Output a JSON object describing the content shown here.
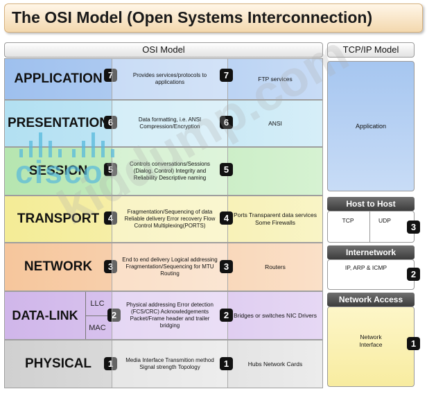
{
  "title": "The OSI Model (Open Systems Interconnection)",
  "osi_header": "OSI Model",
  "tcpip_header": "TCP/IP Model",
  "layers": [
    {
      "name": "APPLICATION",
      "number": "7",
      "description": "Provides services/protocols to applications",
      "examples": "FTP services",
      "color": "#a8c8f0"
    },
    {
      "name": "PRESENTATION",
      "number": "6",
      "description": "Data formatting, i.e. ANSI Compression/Encryption",
      "examples": "ANSI",
      "color": "#bfe4f2"
    },
    {
      "name": "SESSION",
      "number": "5",
      "description": "Controls conversations/Sessions (Dialog. Control) Integrity and Reliability Descriptive naming",
      "examples": "",
      "color": "#c4ecc0"
    },
    {
      "name": "TRANSPORT",
      "number": "4",
      "description": "Fragmentation/Sequencing of data Reliable delivery Error recovery Flow Control Multiplexing(PORTS)",
      "examples": "Ports Transparent data services Some Firewalls",
      "color": "#f6f0a8"
    },
    {
      "name": "NETWORK",
      "number": "3",
      "description": "End to end delivery Logical addressing Fragmentation/Sequencing for MTU Routing",
      "examples": "Routers",
      "color": "#f8d0ac"
    },
    {
      "name": "DATA-LINK",
      "number": "2",
      "description": "Physical addressing Error detection (FCS/CRC) Acknowledgements Packet/Frame header and trailer bridging",
      "examples": "Bridges or switches NIC Drivers",
      "color": "#d8c2ec",
      "sublayers": [
        "LLC",
        "MAC"
      ]
    },
    {
      "name": "PHYSICAL",
      "number": "1",
      "description": "Media Interface Transmition method Signal strength Topology",
      "examples": "Hubs Network Cards",
      "color": "#d8d8d8"
    }
  ],
  "tcpip": {
    "application": {
      "label": "Application",
      "color": "#a8c8f0"
    },
    "host_to_host": {
      "header": "Host to Host",
      "tcp": "TCP",
      "udp": "UDP",
      "number": "3"
    },
    "internetwork": {
      "header": "Internetwork",
      "protocols": "IP, ARP & ICMP",
      "number": "2"
    },
    "network_access": {
      "header": "Network Access",
      "label": "Network Interface",
      "number": "1"
    }
  },
  "logo_text": "cisco",
  "watermark_text": "kiddump.com"
}
